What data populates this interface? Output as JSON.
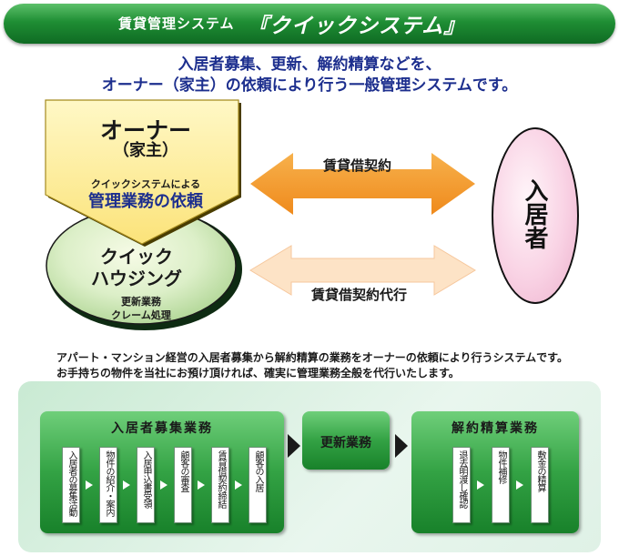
{
  "header": {
    "small_title": "賃貸管理システム",
    "big_title": "『クイックシステム』"
  },
  "intro": {
    "line1": "入居者募集、更新、解約精算などを、",
    "line2": "オーナー（家主）の依頼により行う一般管理システムです。"
  },
  "owner": {
    "title": "オーナー",
    "subtitle": "（家主）",
    "request_small": "クイックシステムによる",
    "request_big": "管理業務の依頼"
  },
  "company": {
    "name_line1": "クイック",
    "name_line2": "ハウジング",
    "duty1": "更新業務",
    "duty2": "クレーム処理"
  },
  "arrows": {
    "contract": "賃貸借契約",
    "contract_agent": "賃貸借契約代行"
  },
  "tenant": {
    "label": "入居者"
  },
  "description": {
    "line1": "アパート・マンション経営の入居者募集から解約精算の業務をオーナーの依頼により行うシステムです。",
    "line2": "お手持ちの物件を当社にお預け頂ければ、確実に管理業務全般を代行いたします。"
  },
  "flow": {
    "recruit": {
      "title": "入居者募集業務",
      "steps": [
        "入居者の募集活動",
        "物件の紹介・案内",
        "入居申込書受領",
        "顧客の審査",
        "賃貸借契約締結",
        "顧客の入居"
      ]
    },
    "renewal": {
      "title": "更新業務"
    },
    "cancel": {
      "title": "解約精算業務",
      "steps": [
        "退去明渡し確認",
        "物件補修",
        "敷金の精算"
      ]
    }
  },
  "colors": {
    "header_green": "#1f8e34",
    "intro_blue": "#1d2f8e",
    "owner_yellow": "#fff2a0",
    "arrow_orange": "#f39a2b",
    "arrow_peach": "#fde0bf",
    "tenant_pink": "#f9d2e4",
    "block_green": "#33a244"
  }
}
